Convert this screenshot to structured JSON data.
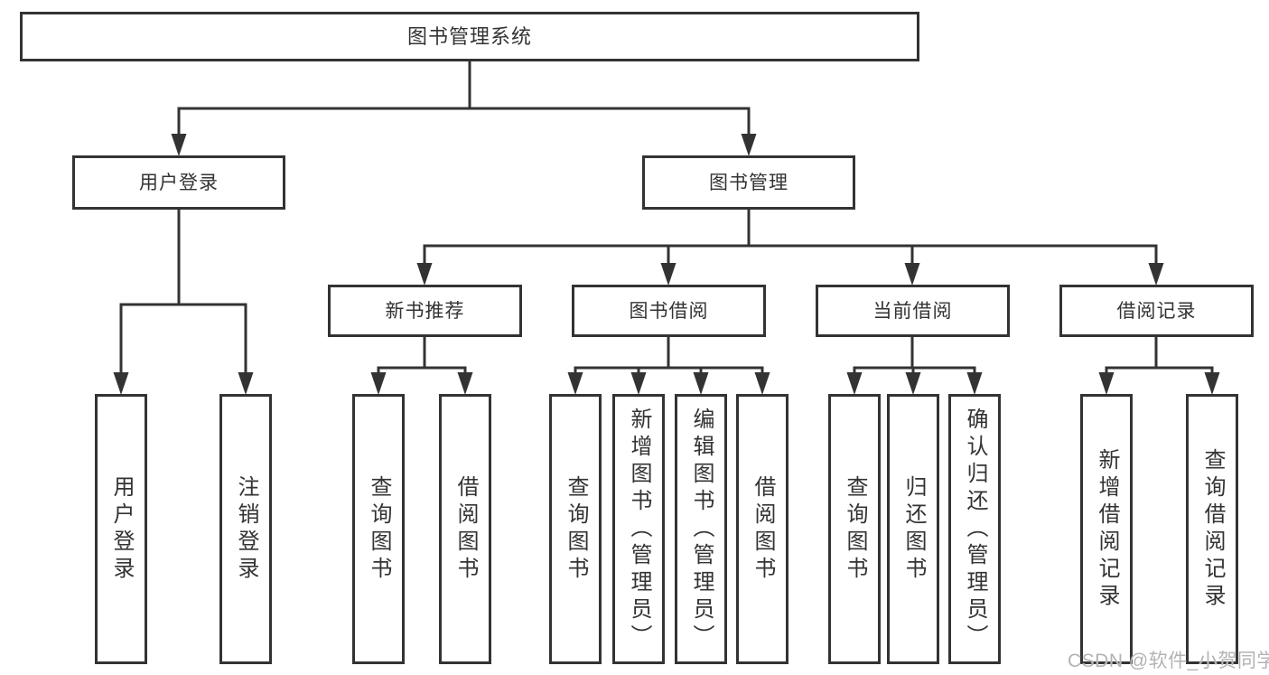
{
  "diagram": {
    "root": {
      "label": "图书管理系统"
    },
    "branches": {
      "user_login": {
        "label": "用户登录",
        "children": [
          {
            "label": "用户登录"
          },
          {
            "label": "注销登录"
          }
        ]
      },
      "book_mgmt": {
        "label": "图书管理",
        "children": [
          {
            "label": "新书推荐",
            "children": [
              {
                "label": "查询图书"
              },
              {
                "label": "借阅图书"
              }
            ]
          },
          {
            "label": "图书借阅",
            "children": [
              {
                "label": "查询图书"
              },
              {
                "label": "新增图书（管理员）"
              },
              {
                "label": "编辑图书（管理员）"
              },
              {
                "label": "借阅图书"
              }
            ]
          },
          {
            "label": "当前借阅",
            "children": [
              {
                "label": "查询图书"
              },
              {
                "label": "归还图书"
              },
              {
                "label": "确认归还（管理员）"
              }
            ]
          },
          {
            "label": "借阅记录",
            "children": [
              {
                "label": "新增借阅记录"
              },
              {
                "label": "查询借阅记录"
              }
            ]
          }
        ]
      }
    }
  },
  "watermark": {
    "text": "CSDN @软件_小贺同学"
  },
  "colors": {
    "line": "#333333",
    "box_background": "#ffffff",
    "text": "#333333",
    "watermark_text": "#b3b3b3"
  }
}
